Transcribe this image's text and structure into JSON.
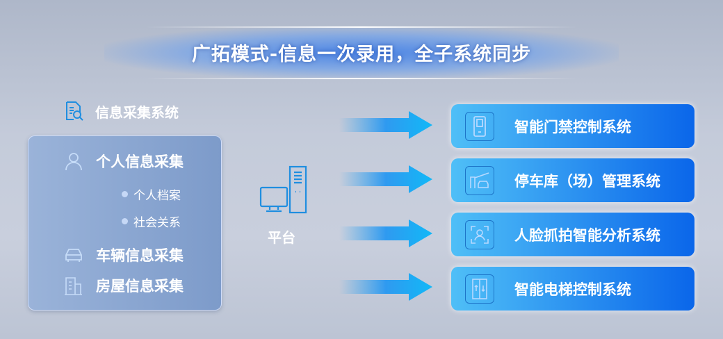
{
  "title": "广拓模式-信息一次录用，全子系统同步",
  "collection": {
    "header": "信息采集系统",
    "items": [
      {
        "label": "个人信息采集",
        "icon": "person-icon"
      },
      {
        "label": "车辆信息采集",
        "icon": "car-icon"
      },
      {
        "label": "房屋信息采集",
        "icon": "building-icon"
      }
    ],
    "sub_items": [
      "个人档案",
      "社会关系"
    ]
  },
  "platform": {
    "label": "平台"
  },
  "systems": [
    {
      "label": "智能门禁控制系统",
      "icon": "access-door-icon"
    },
    {
      "label": "停车库（场）管理系统",
      "icon": "parking-barrier-icon"
    },
    {
      "label": "人脸抓拍智能分析系统",
      "icon": "face-scan-icon"
    },
    {
      "label": "智能电梯控制系统",
      "icon": "elevator-icon"
    }
  ],
  "colors": {
    "card_start": "#4fbff7",
    "card_end": "#0a66ea",
    "icon_blue": "#1f8ee0"
  }
}
